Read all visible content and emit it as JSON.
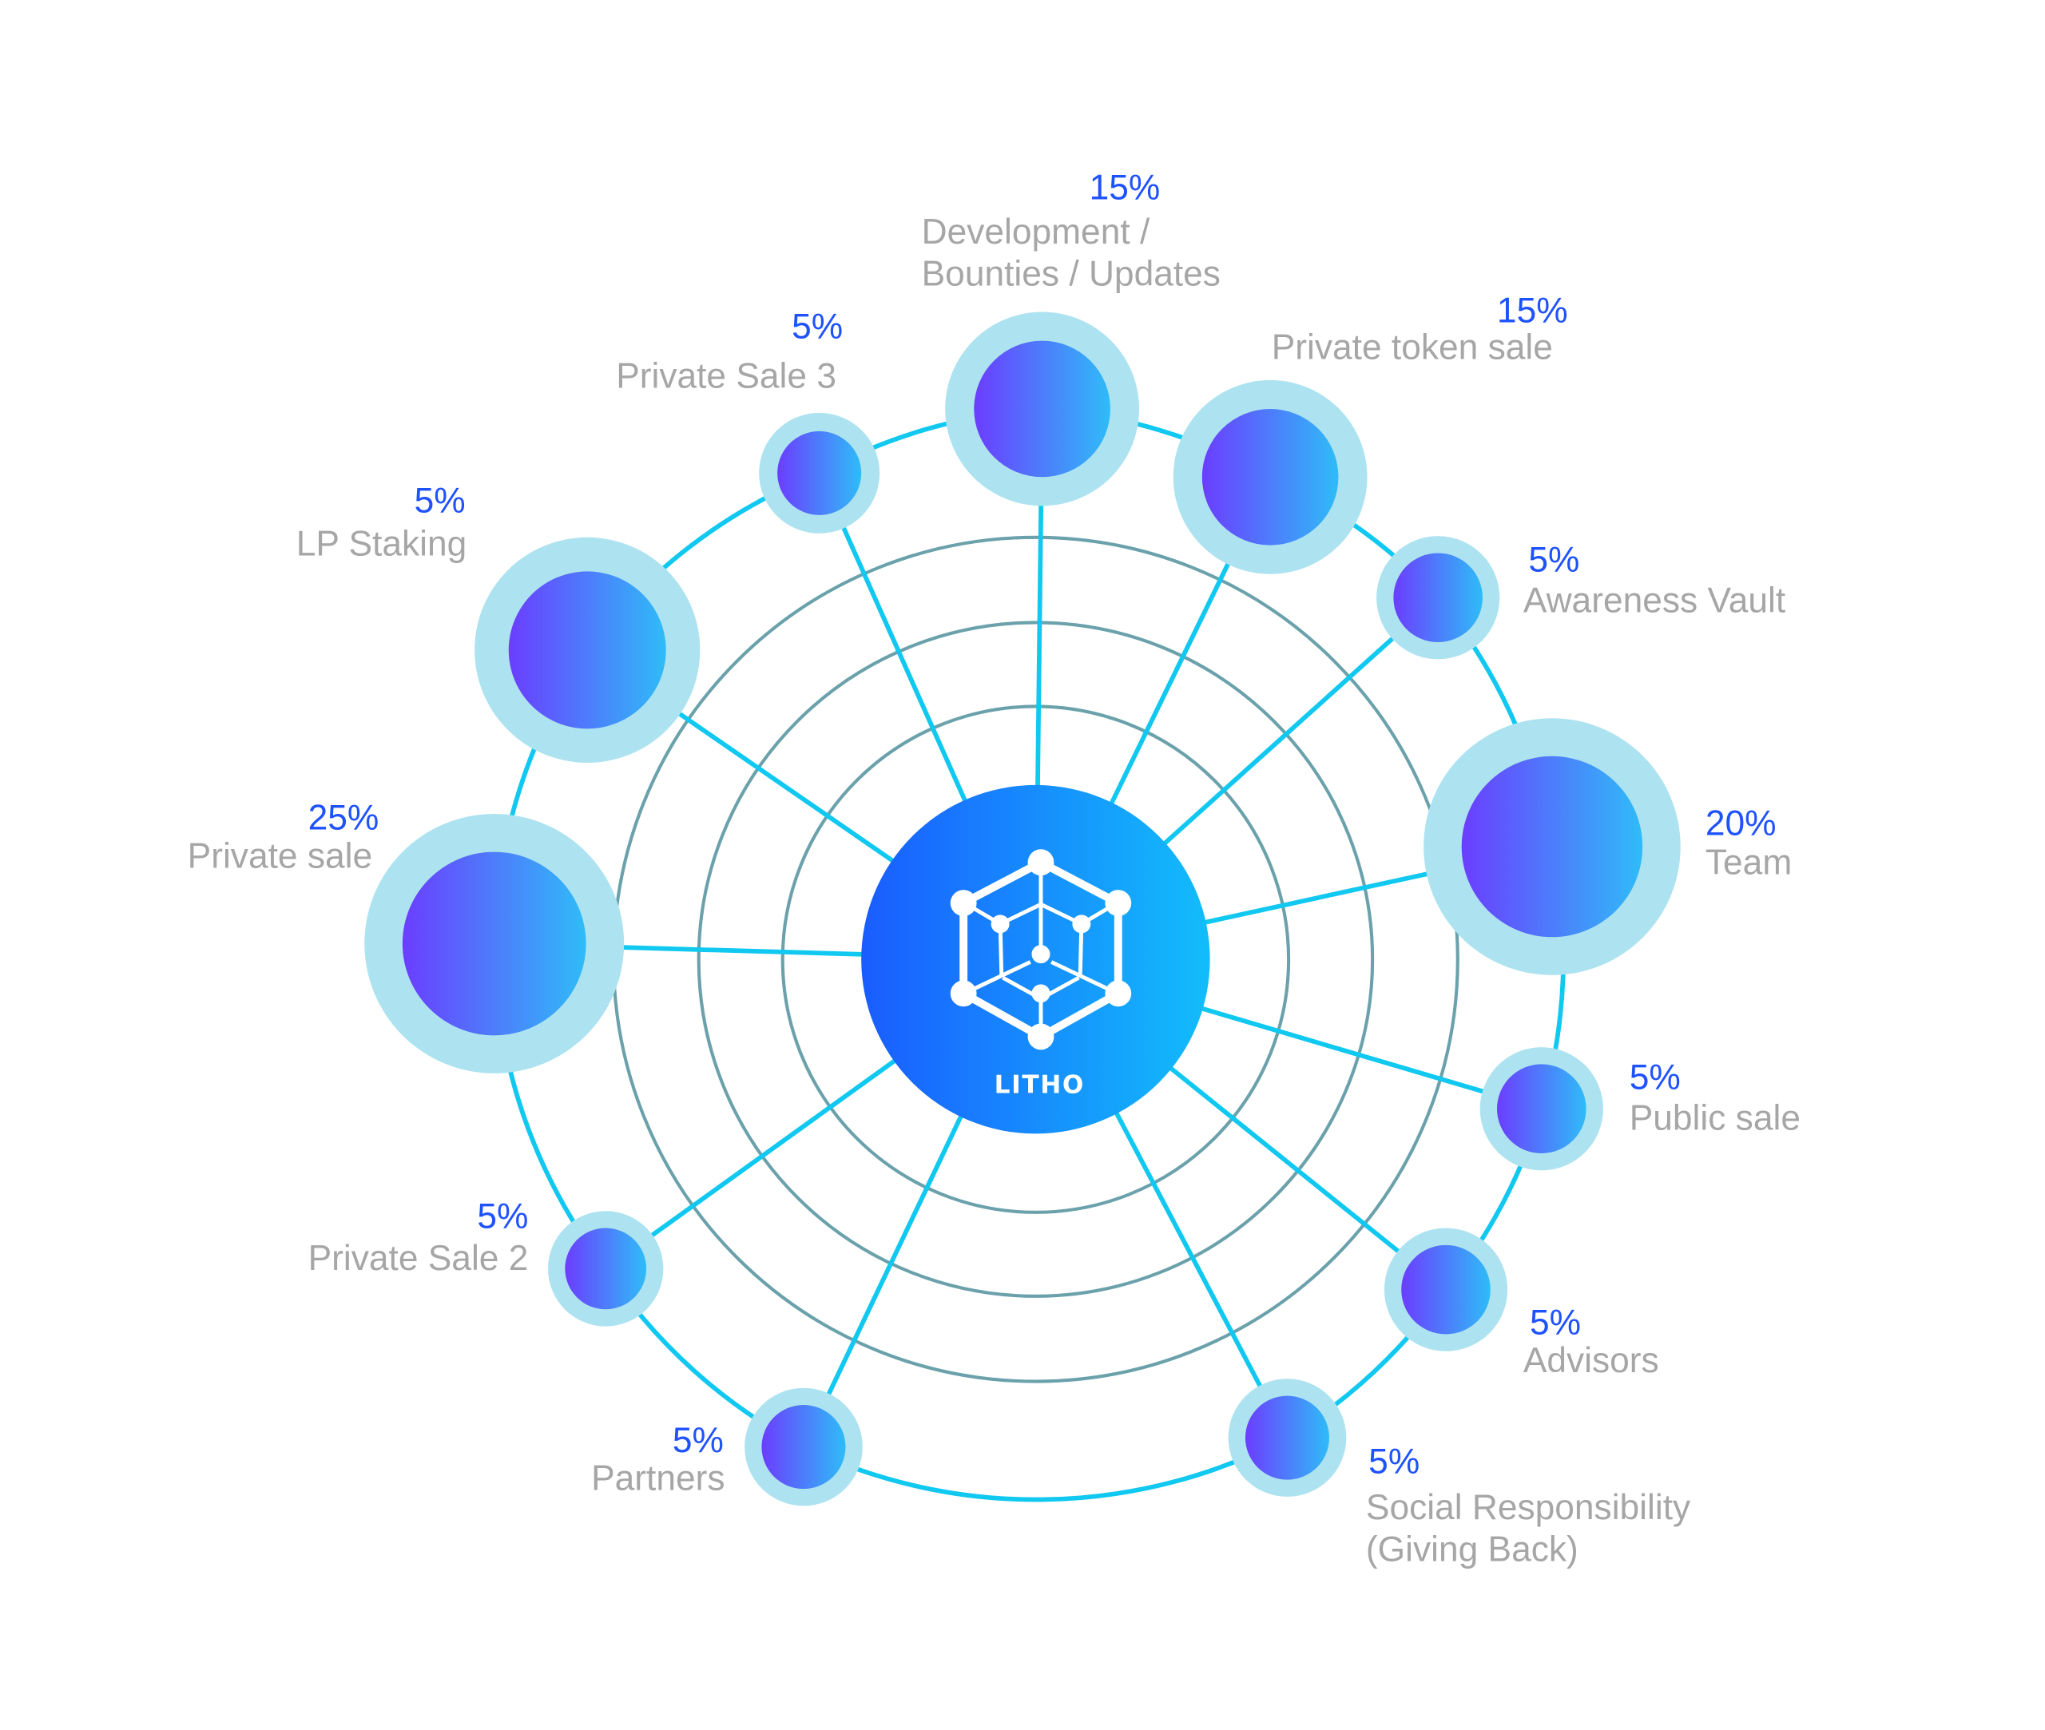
{
  "chart_data": {
    "type": "bubble-radial",
    "title": "",
    "center_label": "LITHO",
    "categories": [
      "Development / Bounties / Updates",
      "Private token sale",
      "Awareness Vault",
      "Team",
      "Public sale",
      "Advisors",
      "Social Responsibility (Giving Back)",
      "Partners",
      "Private Sale 2",
      "Private sale",
      "LP Staking",
      "Private Sale 3"
    ],
    "items": [
      {
        "label_lines": [
          "Development /",
          "Bounties / Updates"
        ],
        "pct": "15%",
        "value": 15
      },
      {
        "label_lines": [
          "Private token sale"
        ],
        "pct": "15%",
        "value": 15
      },
      {
        "label_lines": [
          "Awareness Vault"
        ],
        "pct": "5%",
        "value": 5
      },
      {
        "label_lines": [
          "Team"
        ],
        "pct": "20%",
        "value": 20
      },
      {
        "label_lines": [
          "Public sale"
        ],
        "pct": "5%",
        "value": 5
      },
      {
        "label_lines": [
          "Advisors"
        ],
        "pct": "5%",
        "value": 5
      },
      {
        "label_lines": [
          "Social Responsibility",
          "(Giving Back)"
        ],
        "pct": "5%",
        "value": 5
      },
      {
        "label_lines": [
          "Partners"
        ],
        "pct": "5%",
        "value": 5
      },
      {
        "label_lines": [
          "Private Sale 2"
        ],
        "pct": "5%",
        "value": 5
      },
      {
        "label_lines": [
          "Private sale"
        ],
        "pct": "25%",
        "value": 25
      },
      {
        "label_lines": [
          "LP Staking"
        ],
        "pct": "5%",
        "value": 5
      },
      {
        "label_lines": [
          "Private Sale 3"
        ],
        "pct": "5%",
        "value": 5
      }
    ],
    "colors": {
      "percent_text": "#1f52ff",
      "label_text": "#a6a6a6",
      "connector": "#10c8f0",
      "ring": "#6aa1ab",
      "halo": "#ade3f0",
      "bubble_start": "#6b3dff",
      "bubble_end": "#2fbcf8",
      "center_start": "#1a5cff",
      "center_end": "#12bdfb"
    }
  }
}
